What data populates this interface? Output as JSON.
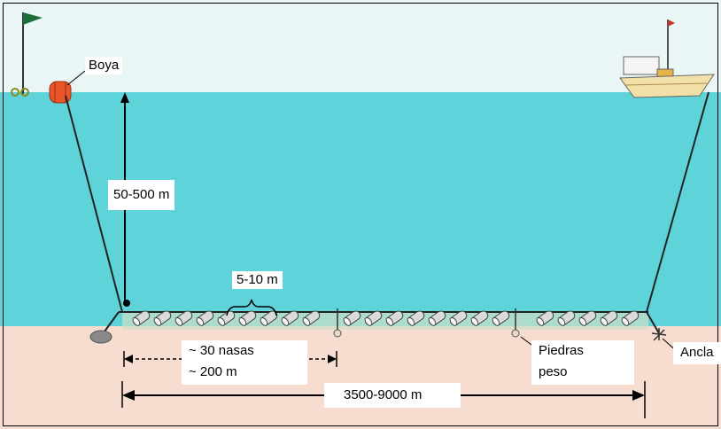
{
  "labels": {
    "buoy": "Boya",
    "depth": "50-500 m",
    "spacing": "5-10 m",
    "group_count": "~ 30 nasas",
    "group_length": "~ 200 m",
    "weights": "Piedras peso",
    "weights_line1": "Piedras",
    "weights_line2": "peso",
    "anchor": "Ancla",
    "total_length": "3500-9000 m"
  },
  "colors": {
    "sky": "#eaf6f6",
    "sea": "#5ed3da",
    "seabed": "#f7dcd0",
    "line": "#222222",
    "trap_body": "#d9dbdb",
    "buoy": "#e8552a",
    "flag": "#1f6b3a",
    "boat_hull": "#f2e0a8"
  },
  "icons": {
    "buoy": "buoy-icon",
    "flag": "flag-icon",
    "boat": "fishing-boat-icon",
    "anchor": "anchor-icon",
    "stone": "stone-weight-icon"
  }
}
